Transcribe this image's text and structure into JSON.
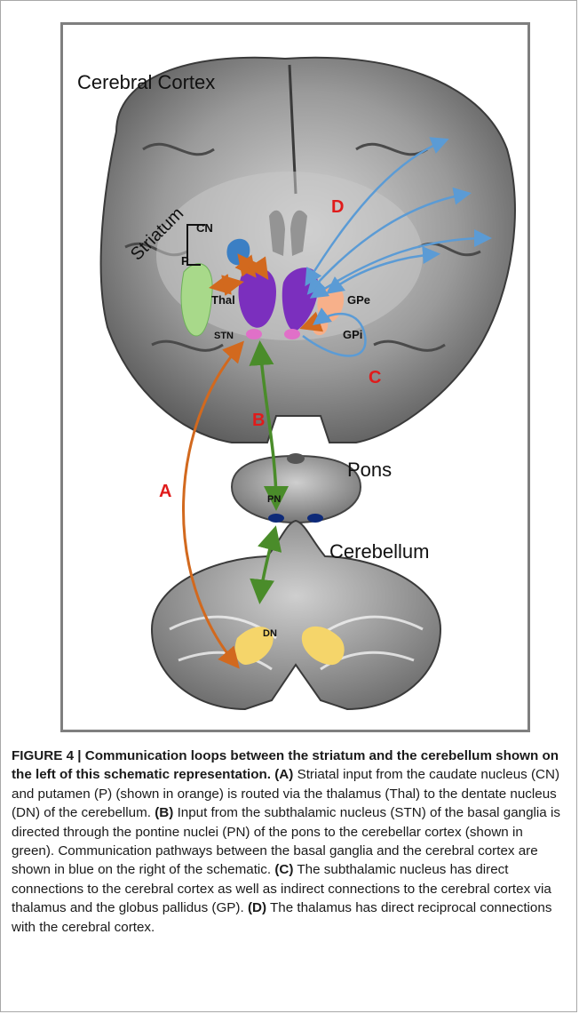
{
  "figure": {
    "labels": {
      "cerebral_cortex": "Cerebral Cortex",
      "striatum": "Striatum",
      "cn": "CN",
      "p": "P",
      "thal": "Thal",
      "stn": "STN",
      "gpe": "GPe",
      "gpi": "GPi",
      "pons": "Pons",
      "pn": "PN",
      "cerebellum": "Cerebellum",
      "dn": "DN",
      "pathway_a": "A",
      "pathway_b": "B",
      "pathway_c": "C",
      "pathway_d": "D"
    },
    "colors": {
      "putamen": "#a8d98a",
      "caudate": "#3b7fc4",
      "thalamus": "#7b2fbe",
      "stn": "#e070c8",
      "gpe": "#f7b08a",
      "dentate": "#f5d56a",
      "pontine": "#0e2a78",
      "loop_a": "#d2691e",
      "loop_b": "#4a8c2a",
      "loop_cd": "#5b9bd5",
      "pathway_letters": "#e01b1b"
    }
  },
  "caption": {
    "title": "FIGURE 4 | Communication loops between the striatum and the cerebellum shown on the left of this schematic representation.",
    "a_tag": "(A)",
    "a_text": "Striatal input from the caudate nucleus (CN) and putamen (P) (shown in orange) is routed via the thalamus (Thal) to the dentate nucleus (DN) of the cerebellum.",
    "b_tag": "(B)",
    "b_text": "Input from the subthalamic nucleus (STN) of the basal ganglia is directed through the pontine nuclei (PN) of the pons to the cerebellar cortex (shown in green). Communication pathways between the basal ganglia and the cerebral cortex are shown in blue on the right of the schematic.",
    "c_tag": "(C)",
    "c_text": "The subthalamic nucleus has direct connections to the cerebral cortex as well as indirect connections to the cerebral cortex via thalamus and the globus pallidus (GP).",
    "d_tag": "(D)",
    "d_text": "The thalamus has direct reciprocal connections with the cerebral cortex."
  }
}
